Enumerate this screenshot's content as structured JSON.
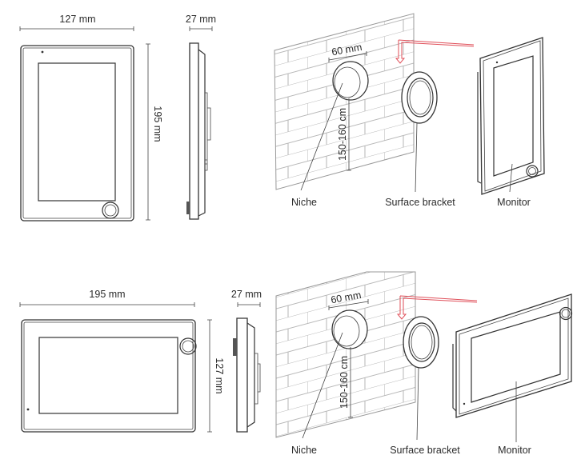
{
  "portrait": {
    "width_label": "127 mm",
    "height_label": "195 mm",
    "depth_label": "27 mm",
    "niche_width_label": "60 mm",
    "mount_height_label": "150-160 cm",
    "niche_label": "Niche",
    "bracket_label": "Surface bracket",
    "monitor_label": "Monitor"
  },
  "landscape": {
    "width_label": "195 mm",
    "height_label": "127 mm",
    "depth_label": "27 mm",
    "niche_width_label": "60 mm",
    "mount_height_label": "150-160 cm",
    "niche_label": "Niche",
    "bracket_label": "Surface bracket",
    "monitor_label": "Monitor"
  },
  "colors": {
    "line": "#333333",
    "arrow": "#e0505a",
    "brick": "#b8b8b8"
  }
}
